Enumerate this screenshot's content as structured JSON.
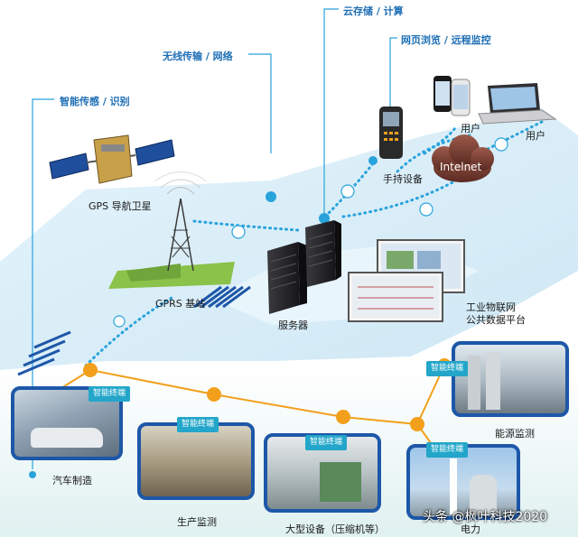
{
  "categories": {
    "cloud": "云存储 / 计算",
    "web": "网页浏览 / 远程监控",
    "wireless": "无线传输 / 网络",
    "sensing": "智能传感 / 识别"
  },
  "nodes": {
    "gps": "GPS 导航卫星",
    "gprs": "GPRS 基站",
    "server": "服务器",
    "handheld": "手持设备",
    "user1": "用户",
    "user2": "用户",
    "internet": "Intelnet",
    "platform_line1": "工业物联网",
    "platform_line2": "公共数据平台"
  },
  "terminal_badge": "智能终端",
  "applications": {
    "auto": "汽车制造",
    "production": "生产监测",
    "equipment": "大型设备（压缩机等）",
    "energy": "能源监测",
    "power": "电力"
  },
  "watermark": "头条 @枫叶科技2020",
  "colors": {
    "accent": "#1d57a8",
    "dotline": "#29a3dc",
    "orange": "#f2a01c",
    "badge": "#23a6c9",
    "zone": "#dbeff9"
  }
}
